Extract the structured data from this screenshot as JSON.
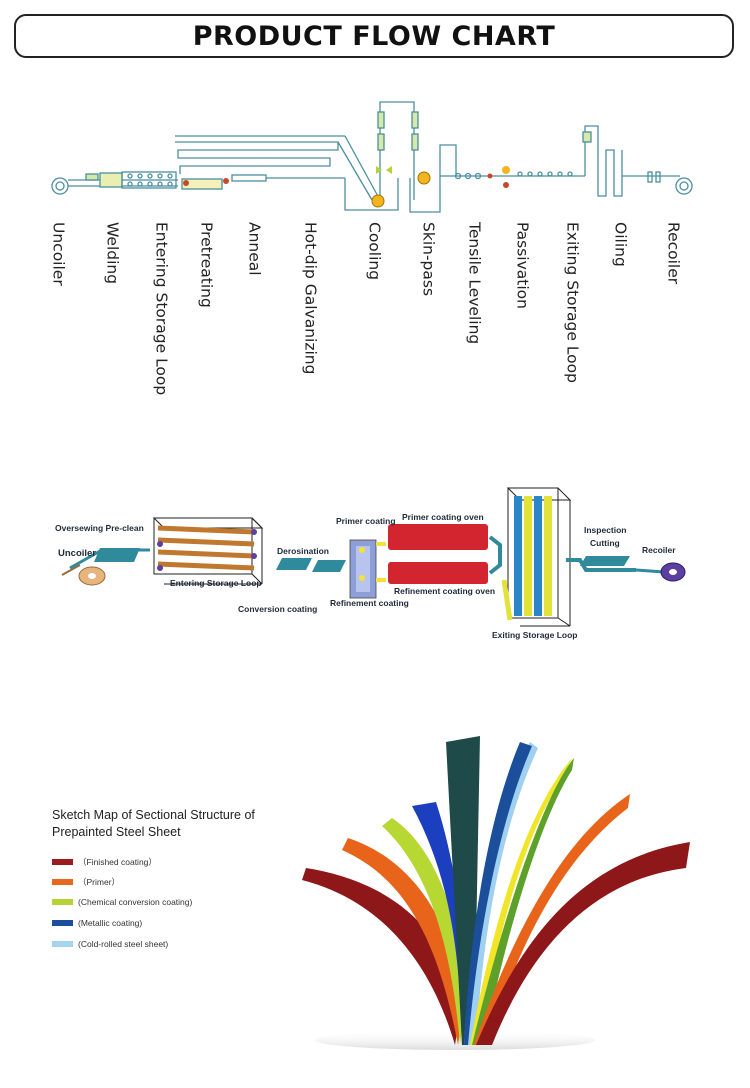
{
  "header": {
    "title": "PRODUCT FLOW CHART"
  },
  "galvanizing_line": {
    "stages": [
      "Uncoiler",
      "Welding",
      "Entering Storage Loop",
      "Pretreating",
      "Anneal",
      "Hot-dip Galvanizing",
      "Cooling",
      "Skin-pass",
      "Tensile Leveling",
      "Passivation",
      "Exiting Storage Loop",
      "Oiling",
      "Recoiler"
    ]
  },
  "coating_line": {
    "labels": {
      "oversewing": "Oversewing Pre-clean",
      "uncoiler": "Uncoiler",
      "entering_loop": "Entering Storage Loop",
      "derosination": "Derosination",
      "conversion": "Conversion coating",
      "primer_coating": "Primer coating",
      "primer_oven": "Primer coating oven",
      "refinement_coating": "Refinement coating",
      "refinement_oven": "Refinement coating oven",
      "exiting_loop": "Exiting Storage Loop",
      "inspection": "Inspection",
      "cutting": "Cutting",
      "recoiler": "Recoiler"
    }
  },
  "structure": {
    "title_line1": "Sketch Map of Sectional Structure of",
    "title_line2": "Prepainted Steel Sheet",
    "layers": [
      {
        "label": "（Finished coating）",
        "color": "#9b1c1f"
      },
      {
        "label": "（Primer）",
        "color": "#e8681e"
      },
      {
        "label": "(Chemical conversion coating)",
        "color": "#b5d334"
      },
      {
        "label": "(Metallic coating)",
        "color": "#1b4f9c"
      },
      {
        "label": "(Cold-rolled steel sheet)",
        "color": "#a6d3f0"
      }
    ]
  }
}
